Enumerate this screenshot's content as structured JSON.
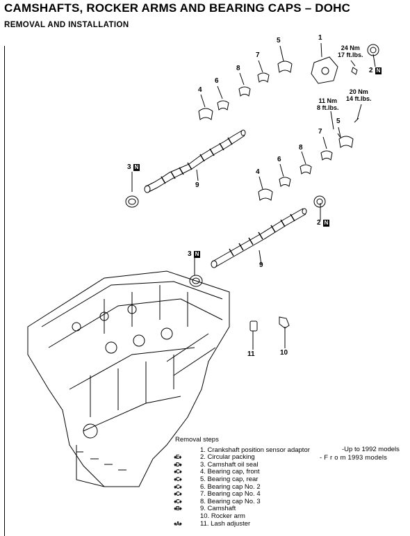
{
  "header": {
    "title": "CAMSHAFTS, ROCKER ARMS AND BEARING CAPS – DOHC",
    "subtitle": "REMOVAL AND INSTALLATION"
  },
  "diagram": {
    "labels": {
      "n1": "1",
      "n2a": "2",
      "n2b": "2",
      "n3a": "3",
      "n3b": "3",
      "n4a": "4",
      "n4b": "4",
      "n5a": "5",
      "n5b": "5",
      "n6a": "6",
      "n6b": "6",
      "n7a": "7",
      "n7b": "7",
      "n8a": "8",
      "n8b": "8",
      "n9a": "9",
      "n9b": "9",
      "n10": "10",
      "n11": "11",
      "nmark": "N"
    },
    "torques": [
      {
        "nm": "24 Nm",
        "ft": "17 ft.lbs."
      },
      {
        "nm": "20 Nm",
        "ft": "14 ft.lbs."
      },
      {
        "nm": "11 Nm",
        "ft": "8 ft.lbs."
      }
    ]
  },
  "removal": {
    "heading": "Removal steps",
    "steps": [
      {
        "mark": "",
        "text": "1. Crankshaft position sensor adaptor"
      },
      {
        "mark": "♦E♦",
        "text": "2. Circular packing"
      },
      {
        "mark": "♦D♦",
        "text": "3. Camshaft oil seal"
      },
      {
        "mark": "♦C♦",
        "text": "4. Bearing cap, front"
      },
      {
        "mark": "♦C♦",
        "text": "5. Bearing cap, rear"
      },
      {
        "mark": "♦C♦",
        "text": "6. Bearing cap No. 2"
      },
      {
        "mark": "♦C♦",
        "text": "7. Bearing cap No. 4"
      },
      {
        "mark": "♦C♦",
        "text": "8. Bearing cap No. 3"
      },
      {
        "mark": "♦B♦",
        "text": "9. Camshaft"
      },
      {
        "mark": "",
        "text": "10. Rocker arm"
      },
      {
        "mark": "♦A♦",
        "text": "11. Lash adjuster"
      }
    ],
    "notes": [
      "-Up to 1992 models",
      "- F r o m 1993 models"
    ]
  }
}
